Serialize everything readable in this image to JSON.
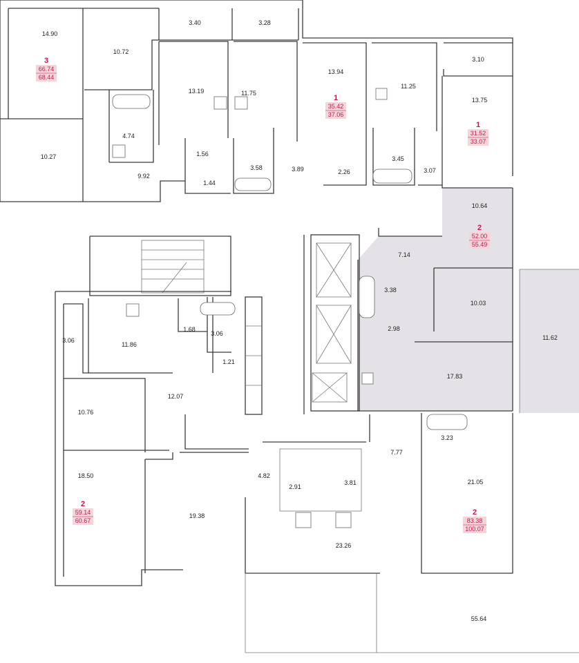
{
  "room_labels": {
    "r1": "14.90",
    "r2": "10.72",
    "r3": "3.40",
    "r4": "3.28",
    "r5": "10.27",
    "r6": "4.74",
    "r7": "13.19",
    "r8": "11.75",
    "r9": "9.92",
    "r10": "1.56",
    "r11": "1.44",
    "r12": "3.58",
    "r13": "13.94",
    "r14": "3.89",
    "r15": "2.26",
    "r16": "11.25",
    "r17": "3.45",
    "r18": "3.07",
    "r19": "3.10",
    "r20": "13.75",
    "r21": "10.64",
    "r22": "7.14",
    "r23": "3.38",
    "r24": "2.98",
    "r25": "10.03",
    "r26": "11.62",
    "r27": "17.83",
    "r28": "3.06",
    "r29": "11.86",
    "r30": "1.68",
    "r31": "3.06",
    "r32": "1.21",
    "r33": "12.07",
    "r34": "10.76",
    "r35": "18.50",
    "r36": "19.38",
    "r37": "4.82",
    "r38": "2.91",
    "r39": "3.81",
    "r40": "7.77",
    "r41": "3.23",
    "r42": "21.05",
    "r43": "23.26",
    "r44": "55.64"
  },
  "apartments": {
    "a1": {
      "rooms": "3",
      "area_living": "66.74",
      "area_total": "68.44"
    },
    "a2": {
      "rooms": "1",
      "area_living": "35.42",
      "area_total": "37.06"
    },
    "a3": {
      "rooms": "1",
      "area_living": "31.52",
      "area_total": "33.07"
    },
    "a4": {
      "rooms": "2",
      "area_living": "52.00",
      "area_total": "55.49"
    },
    "a5": {
      "rooms": "2",
      "area_living": "59.14",
      "area_total": "60.67"
    },
    "a6": {
      "rooms": "2",
      "area_living": "83.38",
      "area_total": "100.07"
    }
  },
  "colors": {
    "highlight": "#e4e2e6",
    "badge": "#f4d6d8",
    "accent": "#c2185b",
    "wall": "#3a3a3a"
  }
}
